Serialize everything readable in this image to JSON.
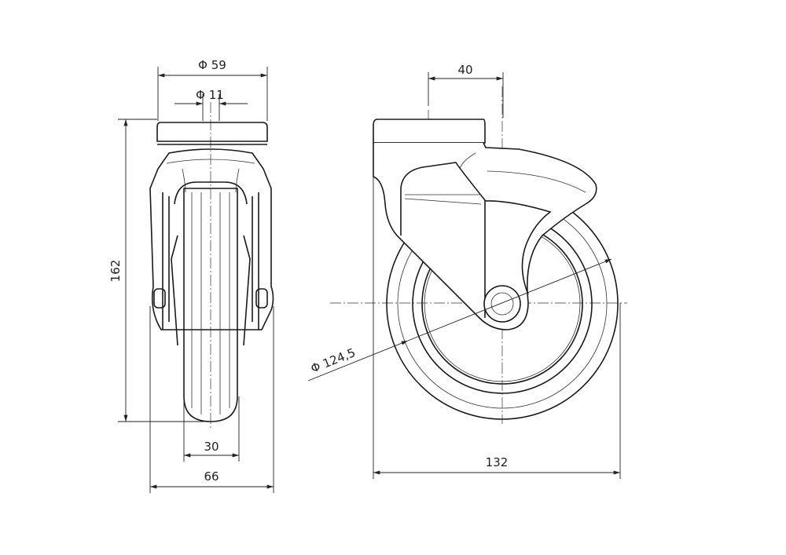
{
  "drawing": {
    "front_view": {
      "dimensions": {
        "top_plate_diameter": "Φ 59",
        "bolt_hole_diameter": "Φ 11",
        "overall_height": "162",
        "wheel_width": "30",
        "overall_width": "66"
      }
    },
    "side_view": {
      "dimensions": {
        "swivel_offset": "40",
        "wheel_diameter": "Φ 124,5",
        "swivel_radius": "132"
      }
    }
  }
}
